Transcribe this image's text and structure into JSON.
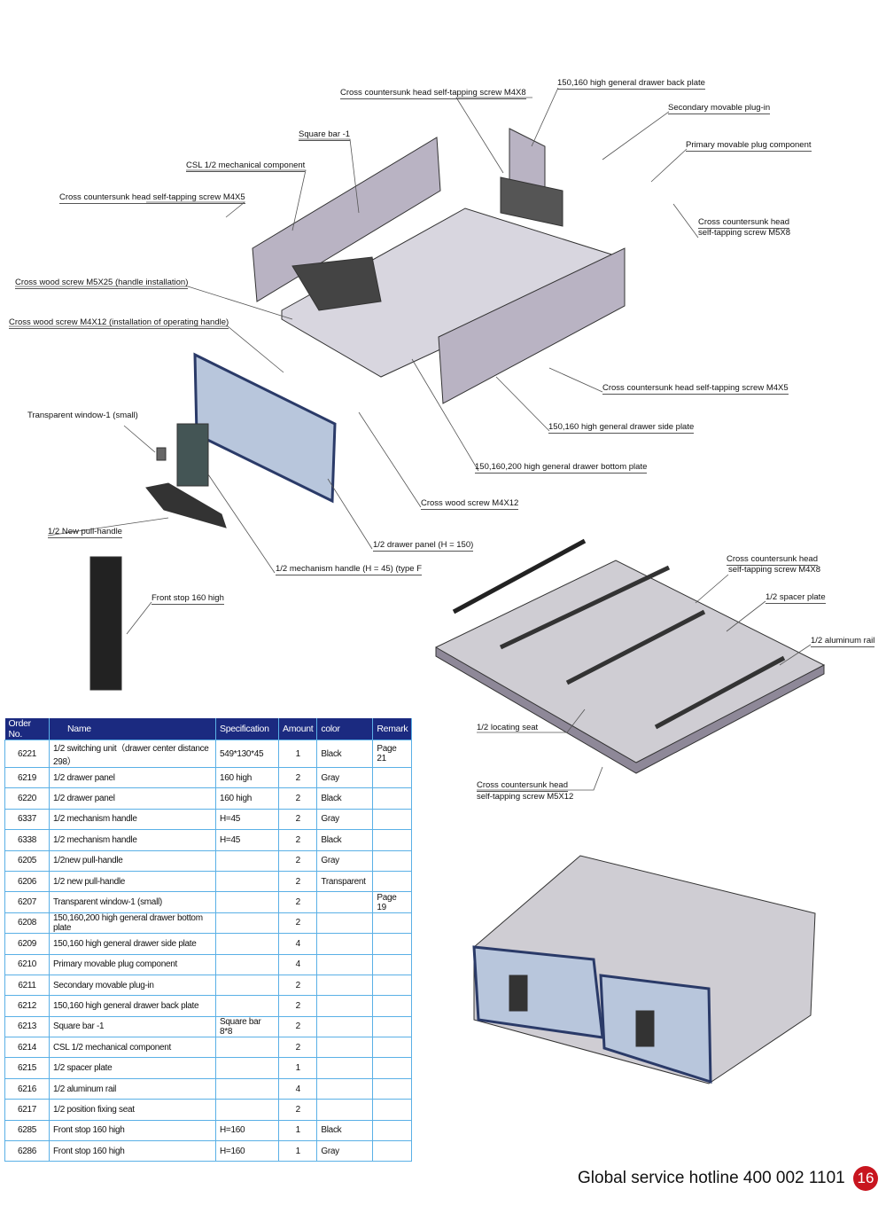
{
  "callouts": {
    "back_plate": "150,160 high general drawer back plate",
    "screw_m4x8": "Cross countersunk head self-tapping screw M4X8",
    "secondary_plugin": "Secondary movable plug-in",
    "square_bar": "Square bar -1",
    "primary_plug": "Primary movable plug component",
    "csl_mech": "CSL 1/2 mechanical component",
    "screw_m4x5_left": "Cross countersunk head self-tapping screw M4X5",
    "screw_m5x8_l1": "Cross countersunk head",
    "screw_m5x8_l2": "self-tapping screw M5X8",
    "wood_m5x25": "Cross wood screw M5X25 (handle installation)",
    "wood_m4x12_handle": "Cross wood screw M4X12 (installation of operating handle)",
    "screw_m4x5_right": "Cross countersunk head self-tapping screw M4X5",
    "transparent_window": "Transparent window-1 (small)",
    "side_plate": "150,160 high general drawer side plate",
    "bottom_plate": "150,160,200 high general drawer bottom plate",
    "wood_m4x12": "Cross wood screw M4X12",
    "pull_handle": "1/2 New pull-handle",
    "drawer_panel": "1/2 drawer panel (H = 150)",
    "mech_handle": "1/2 mechanism handle (H = 45) (type F",
    "front_stop": "Front stop 160 high",
    "rail_screw_l1": "Cross countersunk head",
    "rail_screw_l2": "self-tapping screw M4X8",
    "spacer_plate": "1/2 spacer plate",
    "aluminum_rail": "1/2 aluminum rail",
    "locating_seat": "1/2 locating seat",
    "screw_m5x12_l1": "Cross countersunk head",
    "screw_m5x12_l2": "self-tapping screw M5X12"
  },
  "table": {
    "headers": [
      "Order No.",
      "Name",
      "Specification",
      "Amount",
      "color",
      "Remark"
    ],
    "rows": [
      [
        "6221",
        "1/2 switching unit（drawer center distance 298）",
        "549*130*45",
        "1",
        "Black",
        "Page 21"
      ],
      [
        "6219",
        "1/2 drawer panel",
        "160 high",
        "2",
        "Gray",
        ""
      ],
      [
        "6220",
        "1/2 drawer panel",
        "160 high",
        "2",
        "Black",
        ""
      ],
      [
        "6337",
        "1/2 mechanism handle",
        "H=45",
        "2",
        "Gray",
        ""
      ],
      [
        "6338",
        "1/2 mechanism handle",
        "H=45",
        "2",
        "Black",
        ""
      ],
      [
        "6205",
        "1/2new pull-handle",
        "",
        "2",
        "Gray",
        ""
      ],
      [
        "6206",
        "1/2 new pull-handle",
        "",
        "2",
        "Transparent",
        ""
      ],
      [
        "6207",
        "Transparent window-1 (small)",
        "",
        "2",
        "",
        "Page 19"
      ],
      [
        "6208",
        "150,160,200 high general drawer bottom plate",
        "",
        "2",
        "",
        ""
      ],
      [
        "6209",
        "150,160 high general drawer side plate",
        "",
        "4",
        "",
        ""
      ],
      [
        "6210",
        "Primary movable plug component",
        "",
        "4",
        "",
        ""
      ],
      [
        "6211",
        "Secondary movable plug-in",
        "",
        "2",
        "",
        ""
      ],
      [
        "6212",
        "150,160 high general drawer back plate",
        "",
        "2",
        "",
        ""
      ],
      [
        "6213",
        "Square bar -1",
        "Square bar 8*8",
        "2",
        "",
        ""
      ],
      [
        "6214",
        "CSL 1/2 mechanical component",
        "",
        "2",
        "",
        ""
      ],
      [
        "6215",
        "1/2 spacer plate",
        "",
        "1",
        "",
        ""
      ],
      [
        "6216",
        "1/2 aluminum rail",
        "",
        "4",
        "",
        ""
      ],
      [
        "6217",
        "1/2 position fixing seat",
        "",
        "2",
        "",
        ""
      ],
      [
        "6285",
        "Front stop 160 high",
        "H=160",
        "1",
        "Black",
        ""
      ],
      [
        "6286",
        "Front stop 160 high",
        "H=160",
        "1",
        "Gray",
        ""
      ]
    ]
  },
  "footer": {
    "hotline": "Global service hotline 400 002 1101",
    "page_number": "16"
  },
  "colors": {
    "header_bg": "#1b2a80",
    "grid": "#5ab0e6",
    "page_badge": "#c8151f",
    "plate": "#b9b3c3",
    "panel": "#b8c6dc"
  }
}
